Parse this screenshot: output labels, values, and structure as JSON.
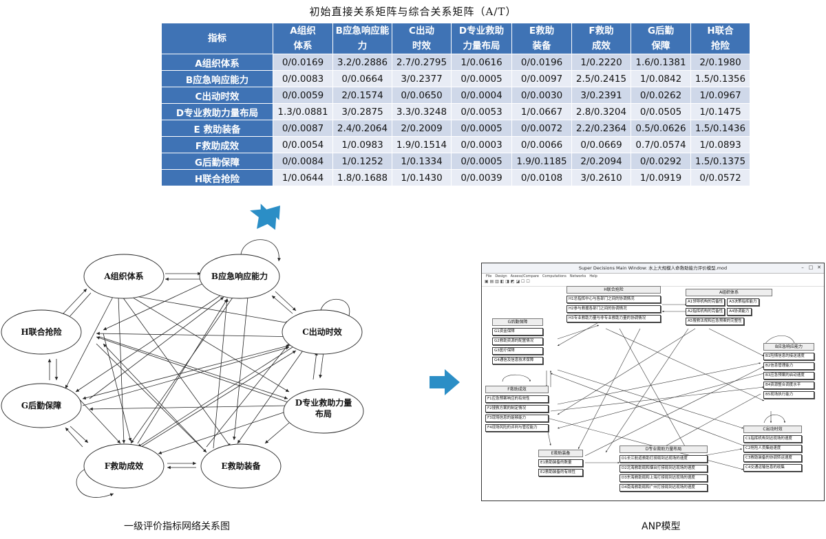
{
  "matrix_title": "初始直接关系矩阵与综合关系矩阵（A/T）",
  "matrix": {
    "corner": "指标",
    "columns": [
      [
        "A组织",
        "体系"
      ],
      [
        "B应急响应能",
        "力"
      ],
      [
        "C出动",
        "时效"
      ],
      [
        "D专业救助",
        "力量布局"
      ],
      [
        "E救助",
        "装备"
      ],
      [
        "F救助",
        "成效"
      ],
      [
        "G后勤",
        "保障"
      ],
      [
        "H联合",
        "抢险"
      ]
    ],
    "rows": [
      {
        "label": "A组织体系",
        "cells": [
          "0/0.0169",
          "3.2/0.2886",
          "2.7/0.2795",
          "1/0.0616",
          "0/0.0196",
          "1/0.2220",
          "1.6/0.1381",
          "2/0.1980"
        ]
      },
      {
        "label": "B应急响应能力",
        "cells": [
          "0/0.0083",
          "0/0.0664",
          "3/0.2377",
          "0/0.0005",
          "0/0.0097",
          "2.5/0.2415",
          "1/0.0842",
          "1.5/0.1356"
        ]
      },
      {
        "label": "C出动时效",
        "cells": [
          "0/0.0059",
          "2/0.1574",
          "0/0.0650",
          "0/0.0004",
          "0/0.0030",
          "3/0.2391",
          "0/0.0262",
          "1/0.0967"
        ]
      },
      {
        "label": "D专业救助力量布局",
        "cells": [
          "1.3/0.0881",
          "3/0.2875",
          "3.3/0.3248",
          "0/0.0053",
          "1/0.0667",
          "2.8/0.3204",
          "0/0.0505",
          "1/0.1475"
        ]
      },
      {
        "label": "E 救助装备",
        "cells": [
          "0/0.0087",
          "2.4/0.2064",
          "2/0.2009",
          "0/0.0005",
          "0/0.0072",
          "2.2/0.2364",
          "0.5/0.0626",
          "1.5/0.1436"
        ]
      },
      {
        "label": "F救助成效",
        "cells": [
          "0/0.0054",
          "1/0.0983",
          "1.9/0.1514",
          "0/0.0003",
          "0/0.0066",
          "0/0.0669",
          "0.7/0.0574",
          "1/0.0893"
        ]
      },
      {
        "label": "G后勤保障",
        "cells": [
          "0/0.0084",
          "1/0.1252",
          "1/0.1334",
          "0/0.0005",
          "1.9/0.1185",
          "2/0.2094",
          "0/0.0292",
          "1.5/0.1375"
        ]
      },
      {
        "label": "H联合抢险",
        "cells": [
          "1/0.0644",
          "1.8/0.1688",
          "1/0.1430",
          "0/0.0039",
          "0/0.0108",
          "3/0.2610",
          "1/0.0919",
          "0/0.0572"
        ]
      }
    ]
  },
  "network": {
    "caption": "一级评价指标网络关系图",
    "nodes": {
      "A": "A组织体系",
      "B": "B应急响应能力",
      "C": "C出动时效",
      "D1": "D专业救助力量",
      "D2": "布局",
      "E": "E救助装备",
      "F": "F救助成效",
      "G": "G后勤保障",
      "H": "H联合抢险"
    }
  },
  "anp": {
    "caption": "ANP模型",
    "window_title": "Super Decisions Main Window: 水上大规模人命救助能力评价模型.mod",
    "menu": [
      "File",
      "Design",
      "Assess/Compare",
      "Computations",
      "Networks",
      "Help"
    ],
    "clusters": {
      "H": {
        "name": "H联合抢险",
        "items": [
          "H1总指挥中心与各部门之间的协调情况",
          "H2参与救援各部门之间的协调情况",
          "H3专业救助力量与非专业救助力量的协调情况"
        ]
      },
      "A": {
        "name": "A组织体系",
        "items": [
          "A1领导机构的完备性",
          "A3决策指挥能力",
          "A2指挥机构的完备性",
          "A4协调能力",
          "A5搜救法规和应急预案的完整性"
        ]
      },
      "G": {
        "name": "G后勤保障",
        "items": [
          "G1资金保障",
          "G2救助资源的配置情况",
          "G3医疗保障",
          "G4通信及信息技术保障"
        ]
      },
      "B": {
        "name": "B应急响应能力",
        "items": [
          "B1险情信息的接送速度",
          "B2信息管理能力",
          "B3应急预案的启动速度",
          "B4资源整合调度水平",
          "B5现场执行能力"
        ]
      },
      "F": {
        "name": "F救助成效",
        "items": [
          "F1应急预案响应的有效性",
          "F2搜救方案的制定情况",
          "F3现场信息的能够能力",
          "F4现场风险的评判与管控能力"
        ]
      },
      "C": {
        "name": "C出动时效",
        "items": [
          "C1指挥机构到达现场的速度",
          "C2抢险人员集结速度",
          "C3救助装备的协调转运速度",
          "C4交通运输信息的收集"
        ]
      },
      "E": {
        "name": "E救助装备",
        "items": [
          "E1救助装备的数量",
          "E2救助装备的有效性"
        ]
      },
      "D": {
        "name": "D专业救助力量布局",
        "items": [
          "D1长江航道救助打捞局到达现场的速度",
          "D2北海救助局和烟台打捞局到达现场的速度",
          "D3东海救助局和上海打捞局到达现场的速度",
          "D4南海救助局和广州打捞局到达现场的速度"
        ]
      }
    }
  }
}
